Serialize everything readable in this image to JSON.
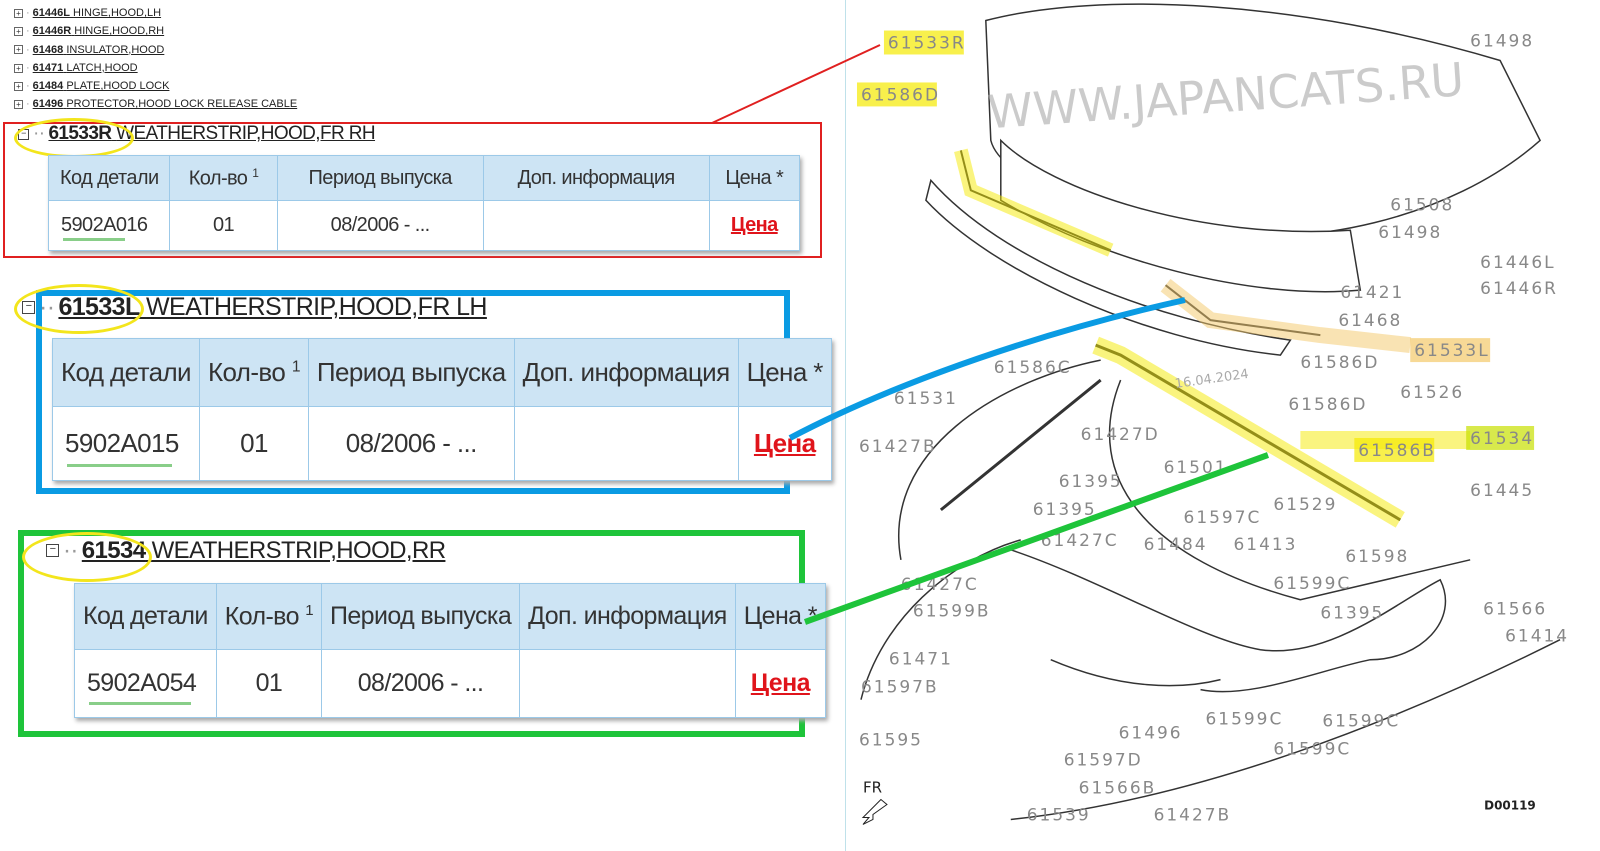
{
  "tree": [
    {
      "code": "61446L",
      "name": "HINGE,HOOD,LH"
    },
    {
      "code": "61446R",
      "name": "HINGE,HOOD,RH"
    },
    {
      "code": "61468",
      "name": "INSULATOR,HOOD"
    },
    {
      "code": "61471",
      "name": "LATCH,HOOD"
    },
    {
      "code": "61484",
      "name": "PLATE,HOOD LOCK"
    },
    {
      "code": "61496",
      "name": "PROTECTOR,HOOD LOCK RELEASE CABLE"
    }
  ],
  "columns": {
    "code": "Код детали",
    "qty": "Кол-во",
    "qty_sup": "1",
    "period": "Период выпуска",
    "info": "Доп. информация",
    "price": "Цена *"
  },
  "parts": [
    {
      "code": "61533R",
      "name": "WEATHERSTRIP,HOOD,FR RH",
      "part_no": "5902A016",
      "qty": "01",
      "period": "08/2006 - ...",
      "info": "",
      "price": "Цена",
      "frame_color": "#e02020"
    },
    {
      "code": "61533L",
      "name": "WEATHERSTRIP,HOOD,FR LH",
      "part_no": "5902A015",
      "qty": "01",
      "period": "08/2006 - ...",
      "info": "",
      "price": "Цена",
      "frame_color": "#0a9be3"
    },
    {
      "code": "61534",
      "name": "WEATHERSTRIP,HOOD,RR",
      "part_no": "5902A054",
      "qty": "01",
      "period": "08/2006 - ...",
      "info": "",
      "price": "Цена",
      "frame_color": "#1ec43a"
    }
  ],
  "diagram": {
    "watermark": "WWW.JAPANCATS.RU",
    "date_stamp": "16.04.2024",
    "drawing_id": "D00119",
    "direction": "FR",
    "labels": [
      "61533R",
      "61586D",
      "61498",
      "61508",
      "61498",
      "61446L",
      "61446R",
      "61421",
      "61468",
      "61533L",
      "61586D",
      "61526",
      "61586D",
      "61534",
      "61586B",
      "61586C",
      "61531",
      "61427B",
      "61427D",
      "61395",
      "61395",
      "61501",
      "61597C",
      "61484",
      "61413",
      "61529",
      "61445",
      "61598",
      "61427C",
      "61427C",
      "61599B",
      "61599C",
      "61395",
      "61566",
      "61414",
      "61471",
      "61597B",
      "61496",
      "61599C",
      "61599C",
      "61599C",
      "61595",
      "61597D",
      "61566B",
      "61539",
      "61427B"
    ]
  }
}
